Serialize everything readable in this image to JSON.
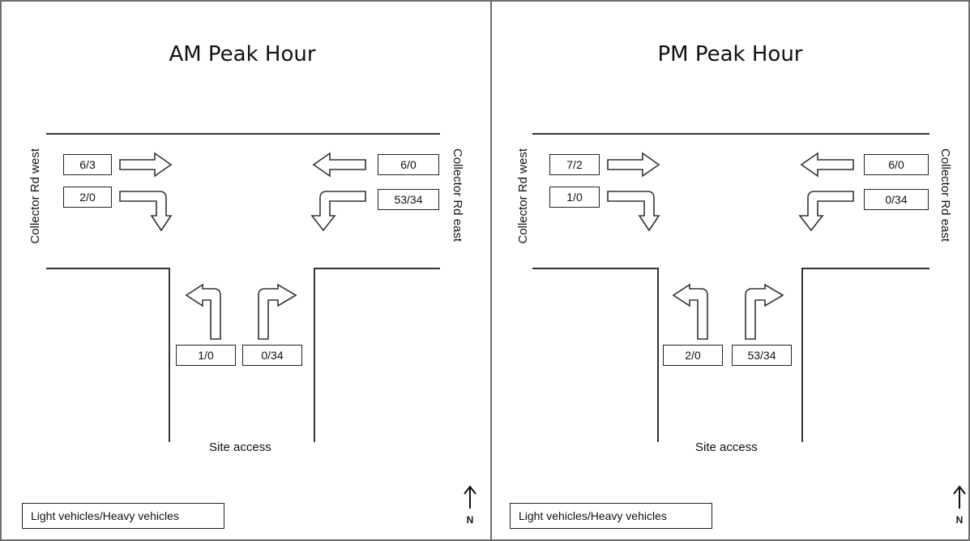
{
  "panels": [
    {
      "title": "AM Peak Hour",
      "west_label": "Collector Rd west",
      "east_label": "Collector Rd east",
      "south_label": "Site access",
      "volumes": {
        "west_through": "6/3",
        "west_right": "2/0",
        "east_through": "6/0",
        "east_left": "53/34",
        "access_left": "1/0",
        "access_right": "0/34"
      },
      "legend": "Light vehicles/Heavy vehicles",
      "north": "N"
    },
    {
      "title": "PM Peak Hour",
      "west_label": "Collector Rd west",
      "east_label": "Collector Rd east",
      "south_label": "Site access",
      "volumes": {
        "west_through": "7/2",
        "west_right": "1/0",
        "east_through": "6/0",
        "east_left": "0/34",
        "access_left": "2/0",
        "access_right": "53/34"
      },
      "legend": "Light vehicles/Heavy vehicles",
      "north": "N"
    }
  ]
}
